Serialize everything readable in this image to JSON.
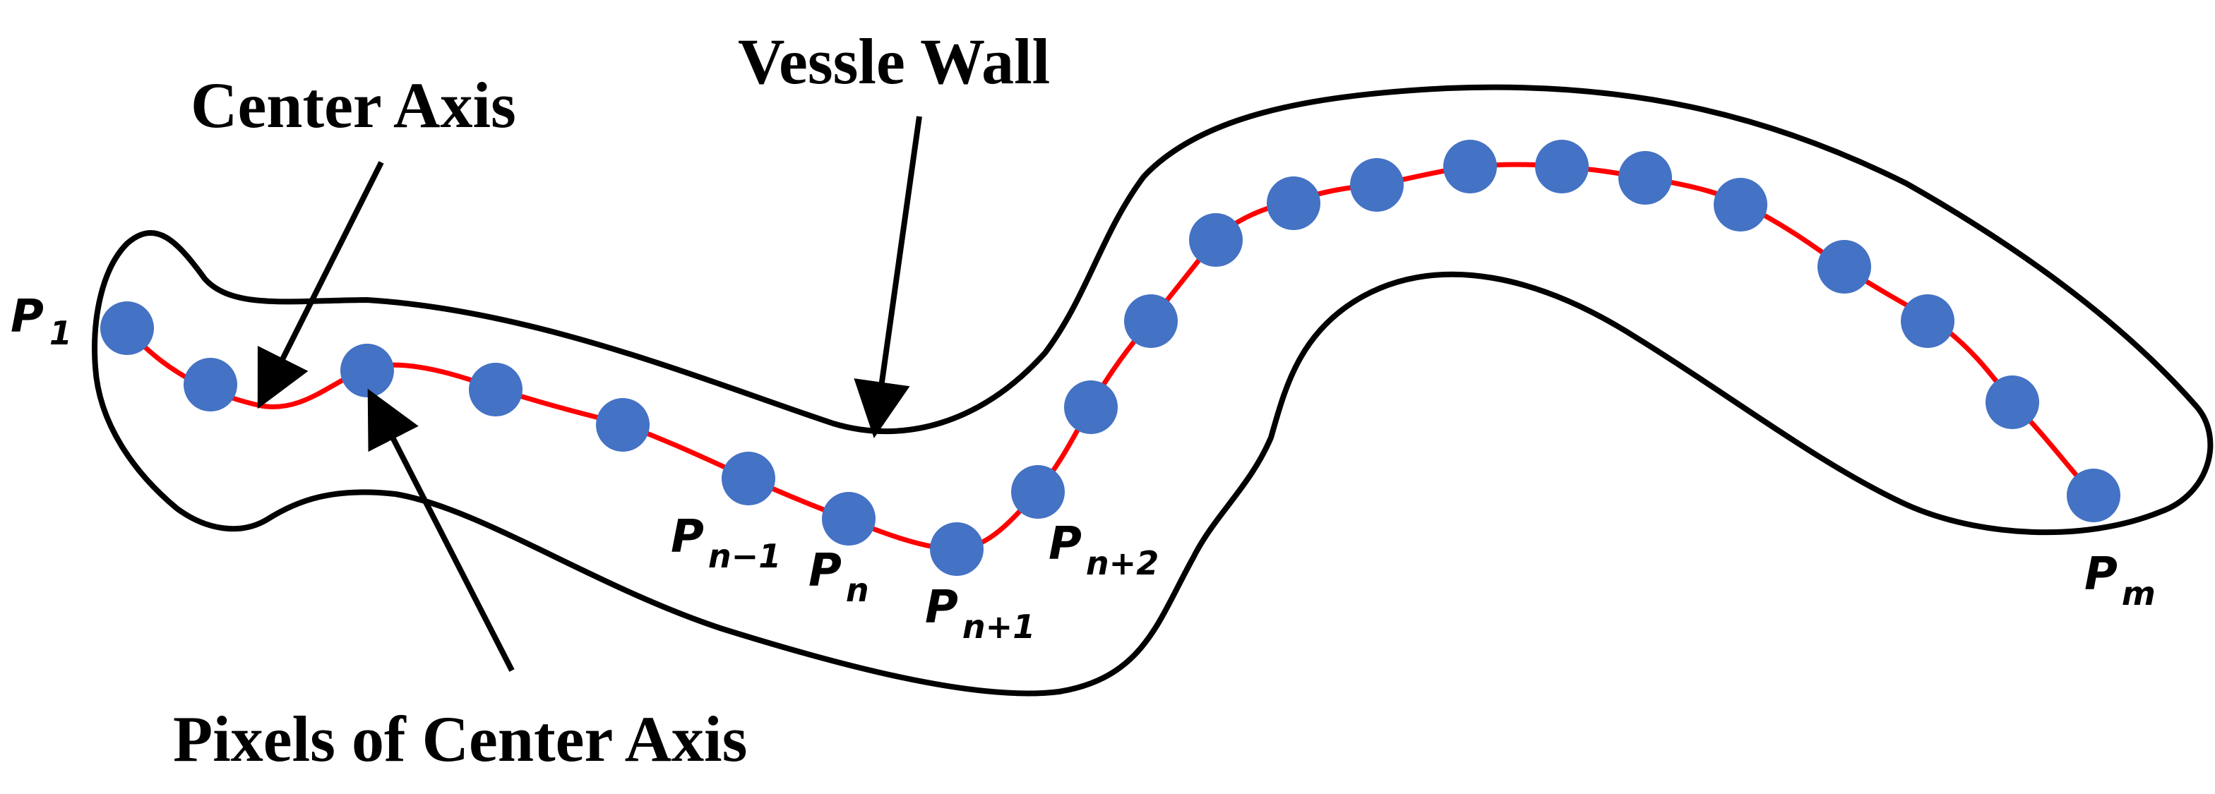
{
  "colors": {
    "wall": "#000000",
    "center_axis": "#ff0000",
    "pixels": "#4472c4",
    "background": "#ffffff"
  },
  "labels": {
    "vessel_wall": "Vessle Wall",
    "center_axis": "Center Axis",
    "pixels_of_center_axis": "Pixels of Center Axis"
  },
  "points": {
    "p1": {
      "base": "P",
      "sub": "1"
    },
    "pn_minus_1": {
      "base": "P",
      "sub": "n−1"
    },
    "pn": {
      "base": "P",
      "sub": "n"
    },
    "pn_plus_1": {
      "base": "P",
      "sub": "n+1"
    },
    "pn_plus_2": {
      "base": "P",
      "sub": "n+2"
    },
    "pm": {
      "base": "P",
      "sub": "m"
    }
  }
}
